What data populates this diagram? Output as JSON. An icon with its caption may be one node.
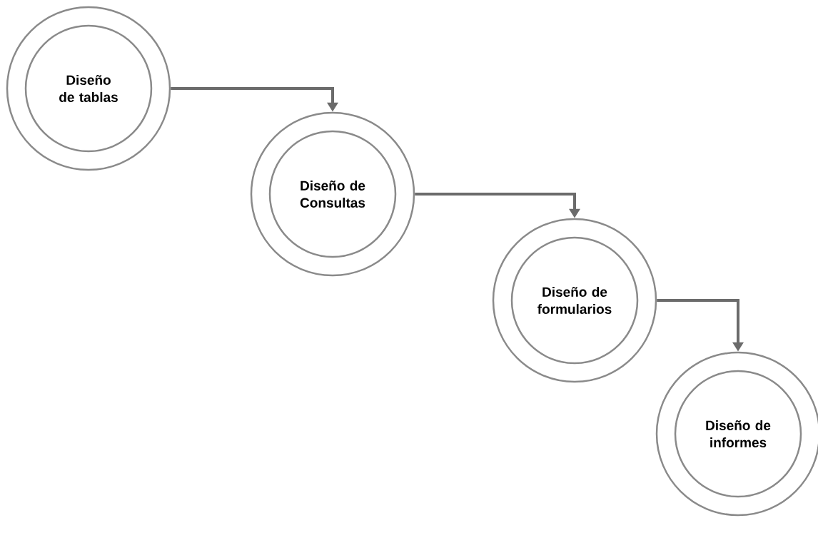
{
  "diagram": {
    "nodes": [
      {
        "text": [
          "Diseño de tablas"
        ]
      },
      {
        "text": [
          "Diseño de Consultas"
        ]
      },
      {
        "text": [
          "Diseño de formularios"
        ]
      },
      {
        "text": [
          "Diseño de informes"
        ]
      }
    ],
    "edges": [
      {
        "from": 0,
        "to": 1,
        "arrow": "to"
      },
      {
        "from": 1,
        "to": 2,
        "arrow": "to"
      },
      {
        "from": 2,
        "to": 3,
        "arrow": "to"
      }
    ]
  }
}
